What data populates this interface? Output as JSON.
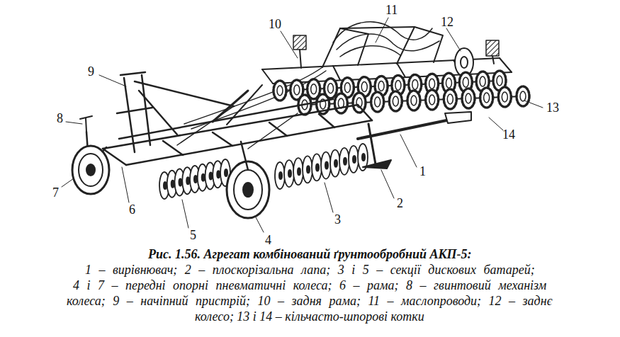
{
  "diagram": {
    "caption": "Рис. 1.56. Агрегат комбінований ґрунтообробний АКП-5:",
    "labels": [
      "1",
      "2",
      "3",
      "4",
      "5",
      "6",
      "7",
      "8",
      "9",
      "10",
      "11",
      "12",
      "13",
      "14",
      "1 – вирівнювач; 2 – плоскорізальна лапа; 3 і 5 – секції дискових батарей;",
      "4 і 7 – передні опорні пневматичні колеса; 6 – рама; 8 – гвинтовий механізм",
      "колеса; 9 – начіпний пристрій; 10 – задня рама; 11 – маслопроводи; 12 – заднє",
      "колесо; 13 і 14 – кільчасто-шпорові котки"
    ]
  }
}
